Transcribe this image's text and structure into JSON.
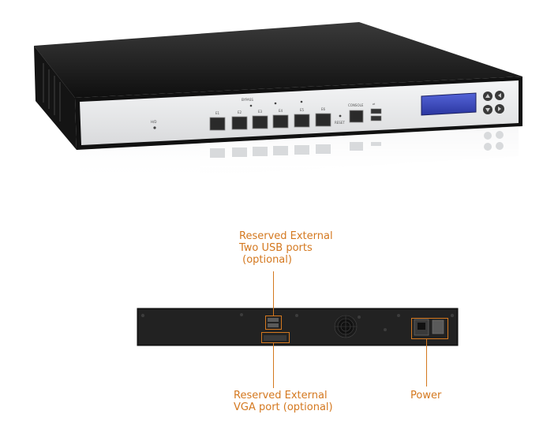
{
  "front_panel": {
    "port_labels": [
      "E1",
      "E2",
      "E3",
      "E4",
      "E5",
      "E6"
    ],
    "console_label": "CONSOLE",
    "reset_label": "RESET",
    "bypass_label": "BYPASS",
    "hdd_label": "H/D"
  },
  "callouts": {
    "usb": "Reserved External\nTwo USB ports\n (optional)",
    "vga": "Reserved External\nVGA port (optional)",
    "power": "Power"
  },
  "colors": {
    "accent": "#d4781f",
    "chassis": "#1c1c1c",
    "faceplate": "#e9eaec",
    "lcd": "#3340b0"
  }
}
